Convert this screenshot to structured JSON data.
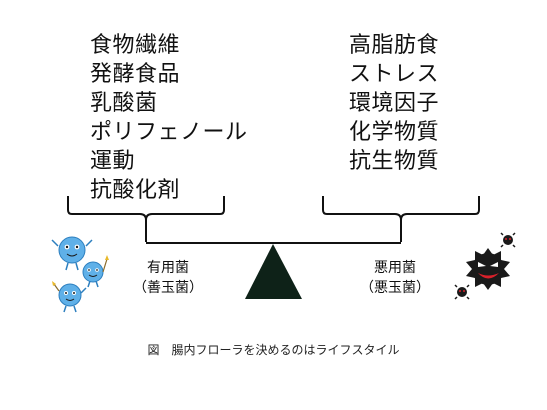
{
  "left_factors": [
    "食物繊維",
    "発酵食品",
    "乳酸菌",
    "ポリフェノール",
    "運動",
    "抗酸化剤"
  ],
  "right_factors": [
    "高脂肪食",
    "ストレス",
    "環境因子",
    "化学物質",
    "抗生物質"
  ],
  "good_bacteria": {
    "line1": "有用菌",
    "line2": "（善玉菌）"
  },
  "bad_bacteria": {
    "line1": "悪用菌",
    "line2": "（悪玉菌）"
  },
  "caption": "図　腸内フローラを決めるのはライフスタイル",
  "colors": {
    "beam": "#111111",
    "fulcrum": "#0e2218",
    "good_bacteria_body": "#5fb0e8",
    "bad_bacteria_body": "#1a1a1a",
    "bad_bacteria_mouth": "#d8202a"
  }
}
